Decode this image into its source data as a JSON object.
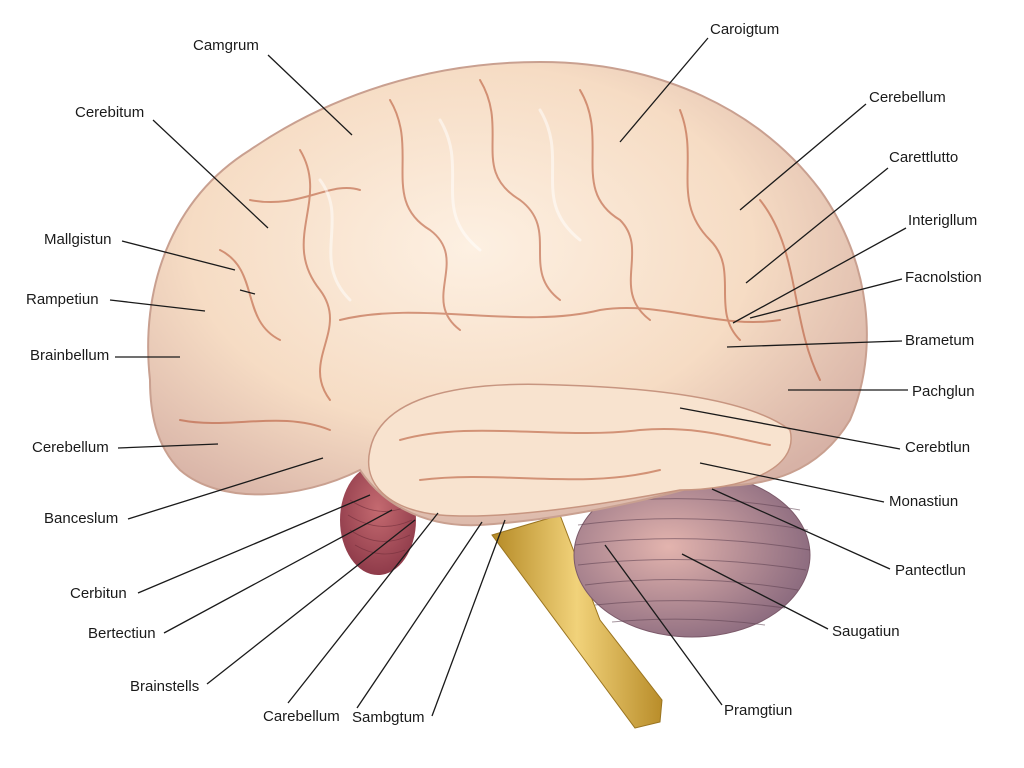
{
  "labels": {
    "camgrum": "Camgrum",
    "caroigtum": "Caroigtum",
    "cerebitum": "Cerebitum",
    "cerebellum_top_right": "Cerebellum",
    "carethutto": "Carettlutto",
    "interigllum": "Interigllum",
    "mallgistun": "Mallgistun",
    "facnotstion": "Facnolstion",
    "rampetiun": "Rampetiun",
    "brametum": "Brametum",
    "brainbellum": "Brainbellum",
    "pachgtun": "Pachglun",
    "cerebellum_left": "Cerebellum",
    "cerebtlun": "Cerebtlun",
    "banceslum": "Banceslum",
    "monastiun": "Monastiun",
    "cerbitun": "Cerbitun",
    "pantectiun": "Pantectlun",
    "bertectiun": "Bertectiun",
    "saugatiun": "Saugatiun",
    "brainstells": "Brainstells",
    "carebellum_bottom": "Carebellum",
    "sambgtum": "Sambgtum",
    "pramgtiun": "Pramgtiun"
  },
  "colors": {
    "cortex": "#f6dcc4",
    "cortex_shadow": "#d9a58c",
    "sulcus": "#b4502f",
    "cerebellum": "#b9929b",
    "brainstem": "#d9ab3c",
    "leader_line": "#1a1a1a"
  }
}
